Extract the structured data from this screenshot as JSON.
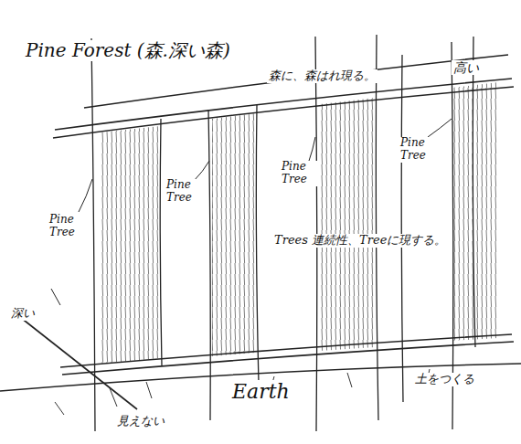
{
  "diagram": {
    "title": "Pine Forest (森.深い森)",
    "labels": [
      "森に、森はれ現る。",
      "高い",
      "Pine Tree",
      "Pine Tree",
      "Pine Tree",
      "Pine Tree",
      "Trees 連続性、Treeに現する。",
      "深い",
      "Earth",
      "見えない",
      "土をつくる"
    ]
  }
}
